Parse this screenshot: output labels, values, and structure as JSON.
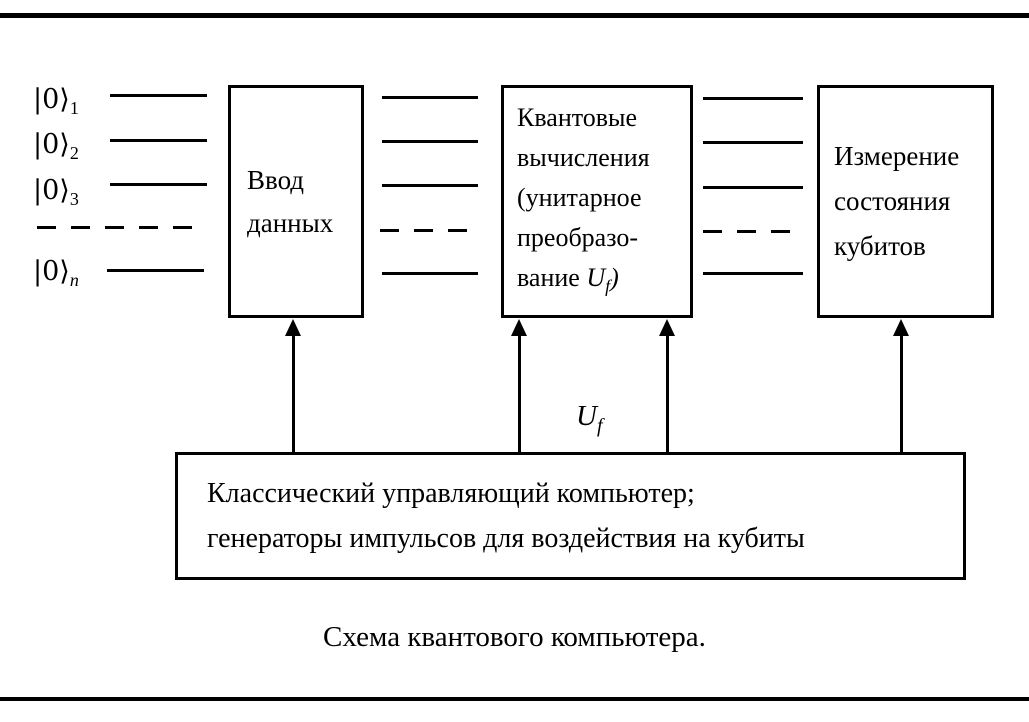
{
  "page": {
    "background": "#ffffff",
    "ink": "#000000"
  },
  "qubits": [
    {
      "ket": "|0⟩",
      "sub": "1"
    },
    {
      "ket": "|0⟩",
      "sub": "2"
    },
    {
      "ket": "|0⟩",
      "sub": "3"
    },
    {
      "ket": "|0⟩",
      "sub": "n"
    }
  ],
  "boxes": {
    "input": {
      "line1": "Ввод",
      "line2": "данных"
    },
    "compute": {
      "line1": "Квантовые",
      "line2": "вычисления",
      "line3": "(унитарное",
      "line4": "преобразо-",
      "line5_prefix": "вание ",
      "line5_u": "U",
      "line5_sub": "f",
      "line5_suffix": ")"
    },
    "measure": {
      "line1": "Измерение",
      "line2": "состояния",
      "line3": "кубитов"
    },
    "classical": {
      "line1": "Классический управляющий компьютер;",
      "line2": "генераторы импульсов для воздействия на кубиты"
    }
  },
  "uf_annotation": {
    "u": "U",
    "sub": "f"
  },
  "caption": "Схема квантового компьютера."
}
